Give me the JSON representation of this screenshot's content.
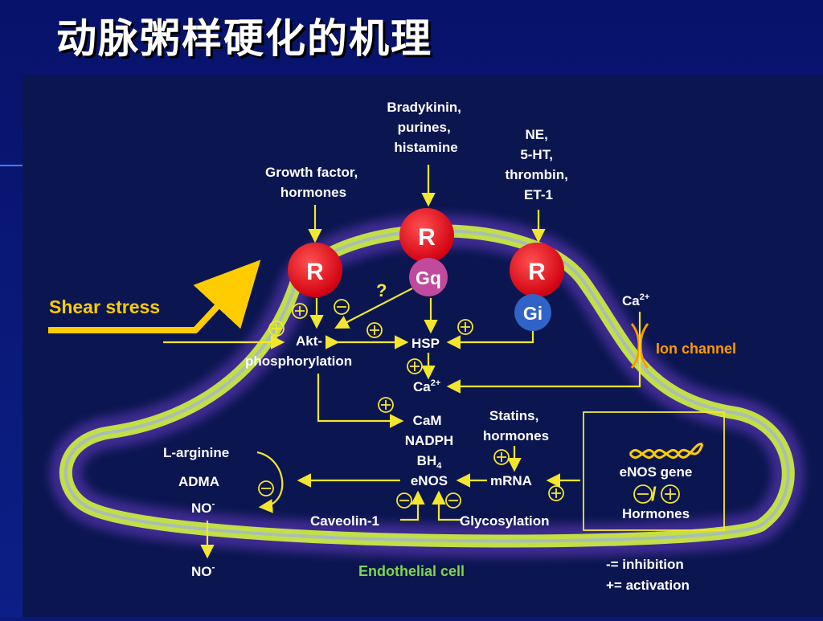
{
  "slide": {
    "title": "动脉粥样硬化的机理"
  },
  "diagram": {
    "inputs": {
      "growth_factor": [
        "Growth factor,",
        "hormones"
      ],
      "bradykinin": [
        "Bradykinin,",
        "purines,",
        "histamine"
      ],
      "ne": [
        "NE,",
        "5-HT,",
        "thrombin,",
        "ET-1"
      ],
      "shear_stress": "Shear stress"
    },
    "receptors": {
      "r_label": "R",
      "gq": "Gq",
      "gi": "Gi"
    },
    "nodes": {
      "question": "?",
      "akt": [
        "Akt-",
        "phosphorylation"
      ],
      "hsp": "HSP",
      "ca": "Ca",
      "ca_sup": "2+",
      "ion_channel": "Ion channel",
      "cofactors": [
        "CaM",
        "NADPH"
      ],
      "bh4": "BH",
      "bh4_sub": "4",
      "enos": "eNOS",
      "statins": [
        "Statins,",
        "hormones"
      ],
      "mrna": "mRNA",
      "enos_gene": "eNOS gene",
      "gene_slash": "/",
      "gene_hormones": "Hormones",
      "larginine": "L-arginine",
      "adma": "ADMA",
      "no": "NO",
      "no_sup": "-",
      "caveolin": "Caveolin-1",
      "glycosylation": "Glycosylation",
      "cell_label": "Endothelial  cell"
    },
    "legend": {
      "inhibition": "-= inhibition",
      "activation": "+= activation"
    },
    "colors": {
      "slide_bg": "#0a1a7a",
      "panel_bg": "#0b1650",
      "arrow": "#f4e62c",
      "receptor": "#e8101a",
      "gq": "#c04a9c",
      "gi": "#2f63c8",
      "shear": "#ffcc00",
      "ion": "#ff9900",
      "cell_label": "#7fd64a",
      "membrane": "#d9ff3a"
    }
  }
}
